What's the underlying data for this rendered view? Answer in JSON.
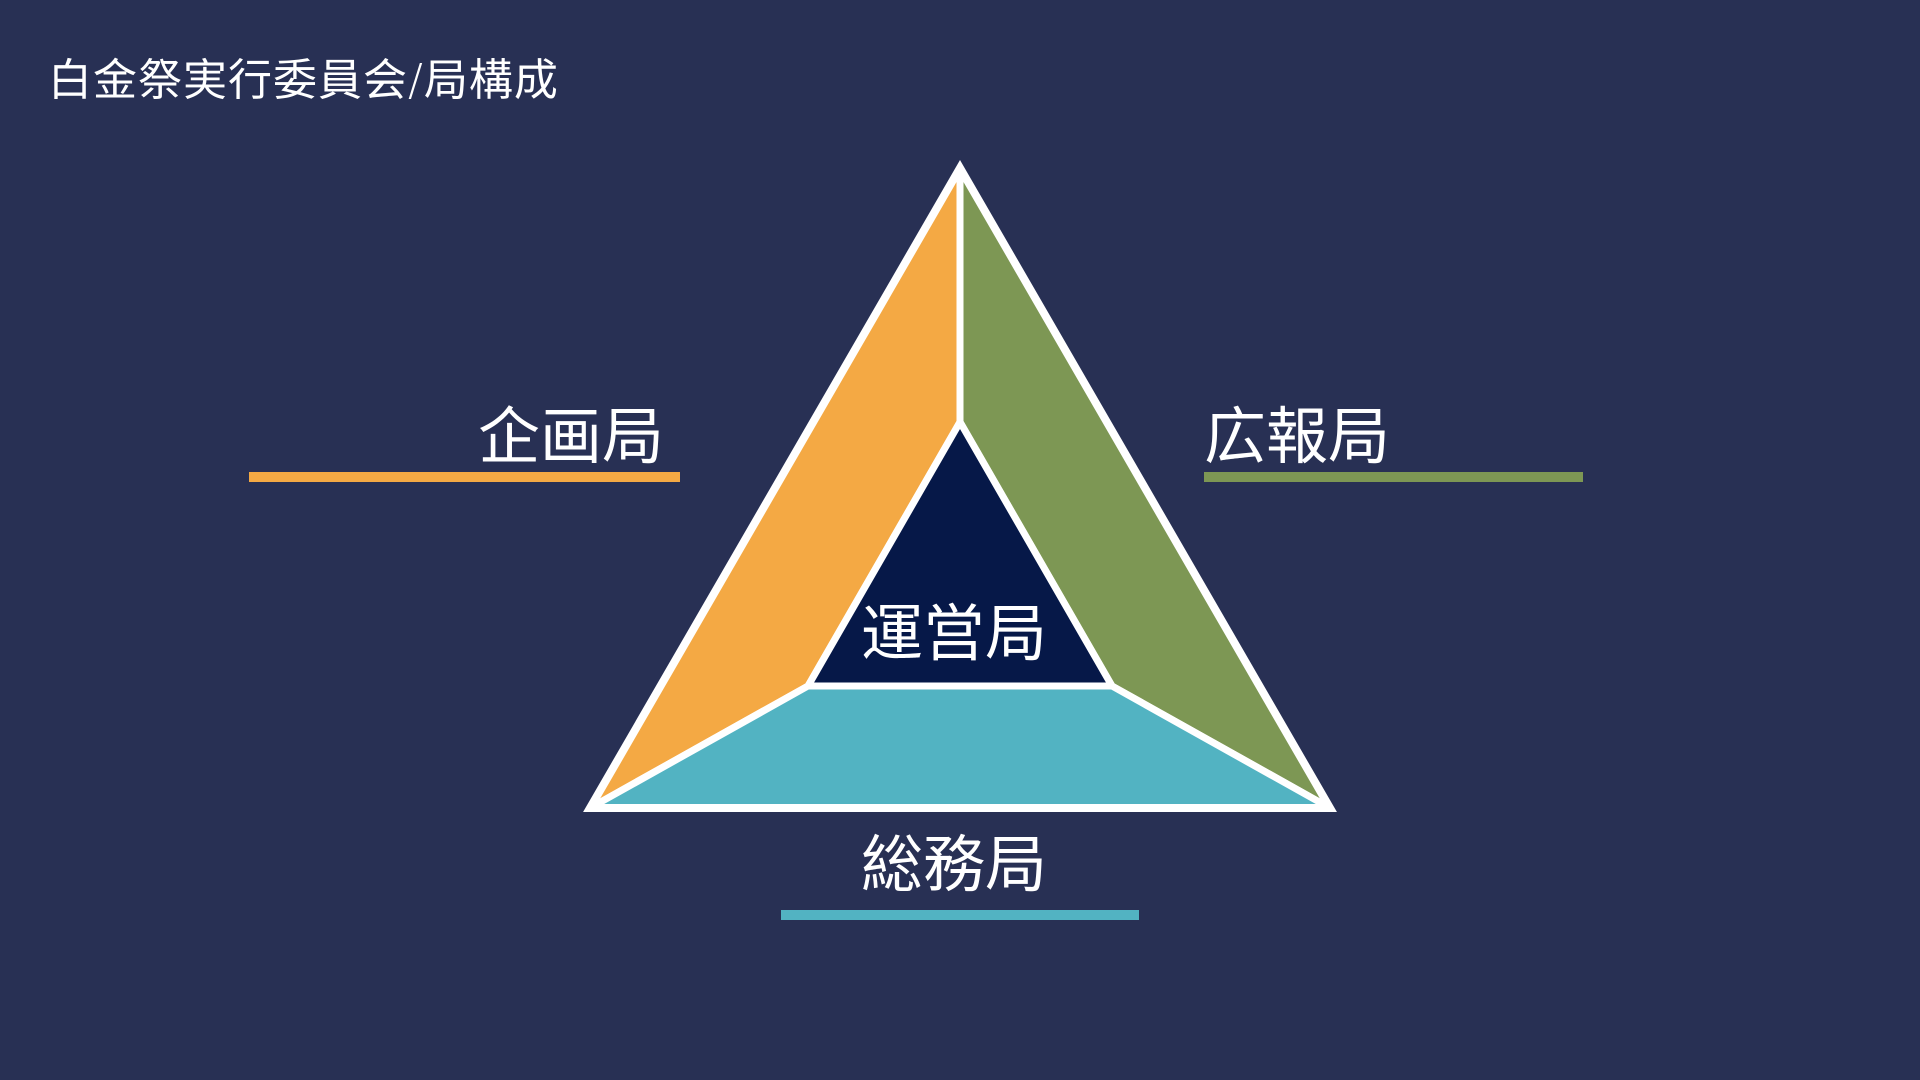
{
  "title": "白金祭実行委員会/局構成",
  "departments": {
    "planning": {
      "label": "企画局",
      "color": "#F4A944"
    },
    "publicity": {
      "label": "広報局",
      "color": "#7D9754"
    },
    "general_affairs": {
      "label": "総務局",
      "color": "#52B3C2"
    },
    "operations": {
      "label": "運営局",
      "color": "#061848"
    }
  }
}
